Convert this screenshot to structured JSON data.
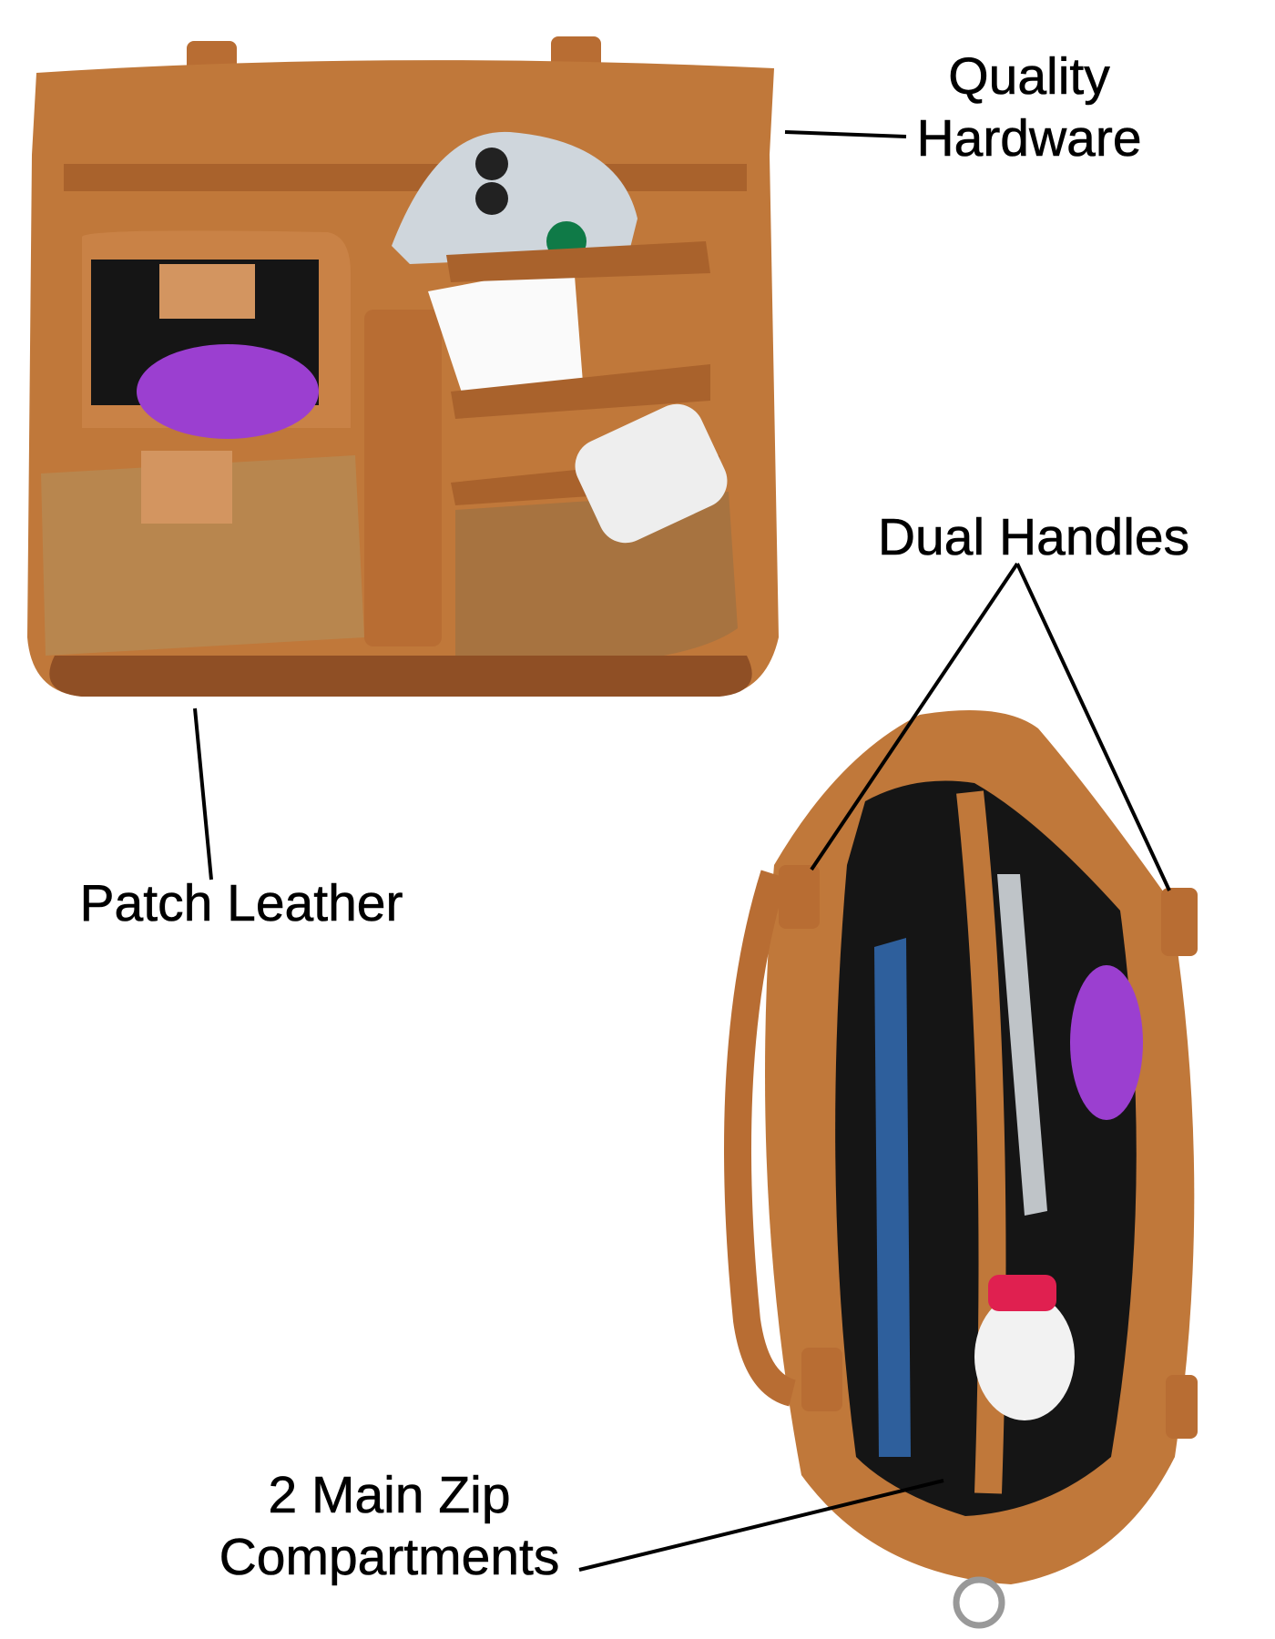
{
  "callouts": {
    "quality_hardware": [
      "Quality",
      "Hardware"
    ],
    "dual_handles": "Dual Handles",
    "patch_leather": "Patch Leather",
    "main_zip": [
      "2 Main Zip",
      "Compartments"
    ]
  },
  "colors": {
    "leather": "#c0783a",
    "leather_dark": "#9a5a2a",
    "leather_light": "#d59a5e",
    "lining": "#151515",
    "accent_purple": "#9b3fd0",
    "background": "#ffffff"
  }
}
